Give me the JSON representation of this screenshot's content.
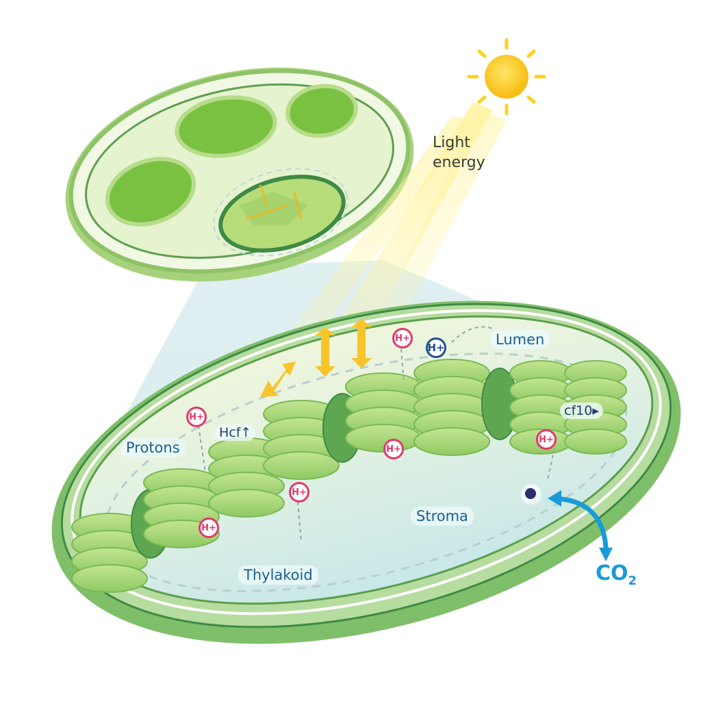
{
  "diagram": {
    "title": "Chloroplast photosynthesis illustration",
    "labels": {
      "light_energy": "Light\nenergy",
      "light_line1": "Light",
      "light_line2": "energy",
      "lumen": "Lumen",
      "protons": "Protons",
      "stroma": "Stroma",
      "thylakoid": "Thylakoid",
      "co2_main": "CO",
      "co2_sub": "2",
      "hcf_left": "Hcf↑",
      "hcf_right": "cf10▸"
    },
    "proton_markers": [
      {
        "id": "top-center",
        "text": "H+",
        "style": "pink"
      },
      {
        "id": "top-lumen",
        "text": "H+",
        "style": "blue"
      },
      {
        "id": "left-protons",
        "text": "H+",
        "style": "pink"
      },
      {
        "id": "center-stack",
        "text": "H+",
        "style": "pink"
      },
      {
        "id": "lower-center",
        "text": "H+",
        "style": "pink"
      },
      {
        "id": "lower-left",
        "text": "H+",
        "style": "pink"
      },
      {
        "id": "right-stack",
        "text": "H+",
        "style": "pink"
      }
    ],
    "icons": [
      "sun-icon",
      "double-arrow-icon",
      "co2-arrow-icon",
      "molecule-icon"
    ],
    "colors": {
      "membrane_green": "#8cc56f",
      "dark_green": "#3f8a45",
      "grana_green": "#a9d77a",
      "stroma_blue": "#cfe9ea",
      "sun_yellow": "#fbd31e",
      "arrow_yellow": "#f7c52a",
      "label_blue": "#1a5f95",
      "proton_pink": "#e2376a",
      "co2_blue": "#1a9ad8"
    }
  }
}
